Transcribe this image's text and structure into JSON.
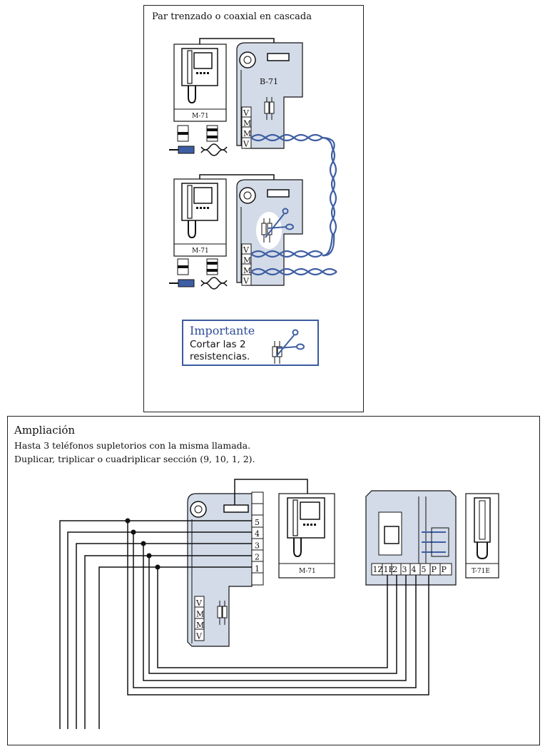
{
  "top_panel": {
    "title": "Par trenzado o coaxial en cascada",
    "unit_upper": {
      "monitor_label": "M-71",
      "module_label": "B-71",
      "terminals": [
        "V",
        "M",
        "M",
        "V"
      ]
    },
    "unit_lower": {
      "monitor_label": "M-71",
      "terminals": [
        "V",
        "M",
        "M",
        "V"
      ]
    },
    "important": {
      "title": "Importante",
      "text": "Cortar las 2 resistencias."
    }
  },
  "bottom_panel": {
    "title": "Ampliación",
    "line1": "Hasta 3 teléfonos supletorios con la misma llamada.",
    "line2": "Duplicar, triplicar o cuadriplicar sección (9, 10, 1, 2).",
    "module_terminals": [
      "5",
      "4",
      "3",
      "2",
      "1"
    ],
    "module_vm": [
      "V",
      "M",
      "M",
      "V"
    ],
    "monitor_label": "M-71",
    "phone_label": "T-71E",
    "phone_terminals": [
      "1Z",
      "1E",
      "2",
      "3",
      "4",
      "5",
      "P",
      "P"
    ]
  },
  "colors": {
    "module_fill": "#d3dbe8",
    "cable": "#3e5ea3",
    "accent": "#2f4d96",
    "line": "#111111"
  }
}
